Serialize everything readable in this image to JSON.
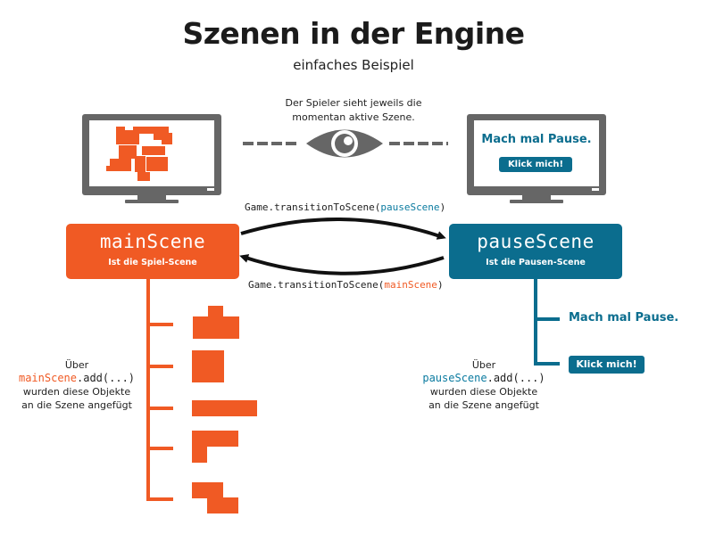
{
  "title": "Szenen in der Engine",
  "subtitle": "einfaches Beispiel",
  "note": "Der Spieler sieht jeweils die momentan aktive Szene.",
  "colors": {
    "orange": "#f05a24",
    "blue": "#0b6d8e",
    "gray": "#666666"
  },
  "icons": {
    "center": "eye-icon",
    "left": "monitor-icon",
    "right": "monitor-icon"
  },
  "main_scene": {
    "name": "mainScene",
    "description": "Ist die Spiel-Scene"
  },
  "pause_scene": {
    "name": "pauseScene",
    "description": "Ist die Pausen-Scene"
  },
  "transition_to_pause": {
    "prefix": "Game.transitionToScene(",
    "arg": "pauseScene",
    "suffix": ")"
  },
  "transition_to_main": {
    "prefix": "Game.transitionToScene(",
    "arg": "mainScene",
    "suffix": ")"
  },
  "pause_monitor": {
    "label": "Mach mal Pause.",
    "button": "Klick mich!"
  },
  "main_add_text": {
    "line1": "Über",
    "code_var": "mainScene",
    "code_rest": ".add(...)",
    "line3": "wurden diese Objekte",
    "line4": "an die Szene angefügt"
  },
  "pause_add_text": {
    "line1": "Über",
    "code_var": "pauseScene",
    "code_rest": ".add(...)",
    "line3": "wurden diese Objekte",
    "line4": "an die Szene angefügt"
  },
  "pause_objects": {
    "label": "Mach mal Pause.",
    "button": "Klick mich!"
  }
}
